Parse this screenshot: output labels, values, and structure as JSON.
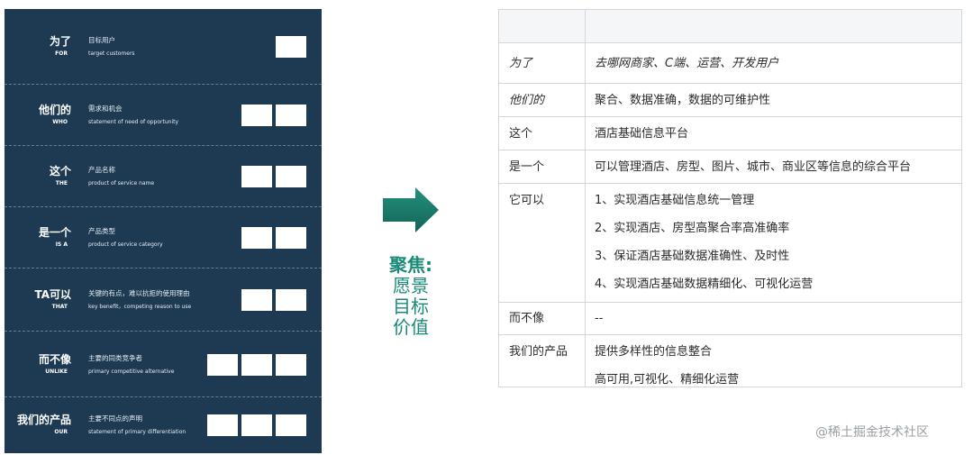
{
  "template": {
    "rows": [
      {
        "cn": "为了",
        "en": "FOR",
        "zh": "目标用户",
        "desc": "target customers",
        "boxes": 1
      },
      {
        "cn": "他们的",
        "en": "WHO",
        "zh": "需求和机会",
        "desc": "statement of need of opportunity",
        "boxes": 2
      },
      {
        "cn": "这个",
        "en": "THE",
        "zh": "产品名称",
        "desc": "product of service name",
        "boxes": 2
      },
      {
        "cn": "是一个",
        "en": "IS A",
        "zh": "产品类型",
        "desc": "product of service category",
        "boxes": 2
      },
      {
        "cn": "TA可以",
        "en": "THAT",
        "zh": "关键的有点，难以抗拒的使用理由",
        "desc": "key benefit，competing reason to use",
        "boxes": 2
      },
      {
        "cn": "而不像",
        "en": "UNLIKE",
        "zh": "主要的同类竞争者",
        "desc": "primary competitive alternative",
        "boxes": 3
      },
      {
        "cn": "我们的产品",
        "en": "OUR",
        "zh": "主要不同点的声明",
        "desc": "statement of primary differentiation",
        "boxes": 3
      }
    ]
  },
  "focus": {
    "title": "聚焦:",
    "lines": [
      "愿景",
      "目标",
      "价值"
    ],
    "color": "#1a8a78"
  },
  "table": {
    "rows": [
      {
        "label": "为了",
        "lines": [
          "去哪网商家、C端、运营、开发用户"
        ],
        "italic": true
      },
      {
        "label": "他们的",
        "lines": [
          "聚合、数据准确，数据的可维护性"
        ],
        "italic_label": true
      },
      {
        "label": "这个",
        "lines": [
          "酒店基础信息平台"
        ]
      },
      {
        "label": "是一个",
        "lines": [
          "可以管理酒店、房型、图片、城市、商业区等信息的综合平台"
        ]
      },
      {
        "label": "它可以",
        "lines": [
          "1、实现酒店基础信息统一管理",
          "2、实现酒店、房型高聚合率高准确率",
          "3、保证酒店基础数据准确性、及时性",
          "4、实现酒店基础数据精细化、可视化运营"
        ]
      },
      {
        "label": "而不像",
        "lines": [
          "--"
        ]
      },
      {
        "label": "我们的产品",
        "lines": [
          "提供多样性的信息整合",
          "高可用,可视化、精细化运营"
        ]
      }
    ]
  },
  "watermark": "@稀土掘金技术社区",
  "colors": {
    "panel": "#1d3a52",
    "arrow": "#1a7a6a",
    "border": "#d3d6da"
  }
}
